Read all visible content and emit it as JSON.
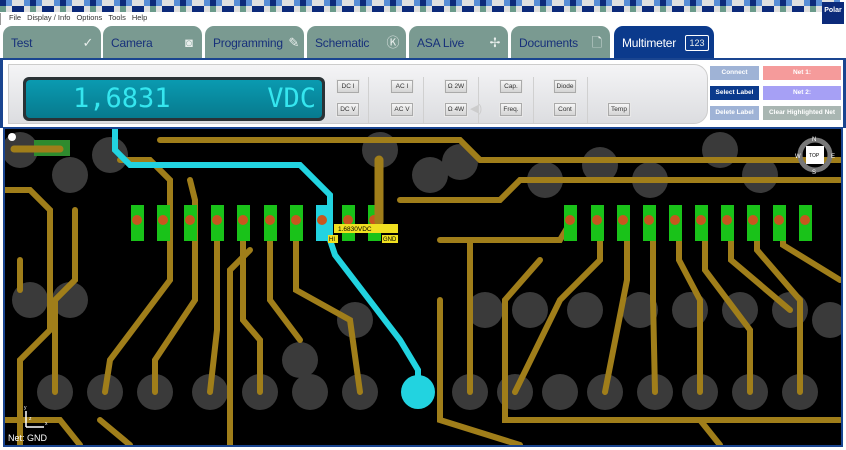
{
  "brand": {
    "logo_text": "Polar"
  },
  "menu": [
    "File",
    "Display / Info",
    "Options",
    "Tools",
    "Help"
  ],
  "tabs": [
    {
      "label": "Test",
      "icon": "check-circle-icon",
      "glyph": "✓"
    },
    {
      "label": "Camera",
      "icon": "camera-icon",
      "glyph": "◙"
    },
    {
      "label": "Programming",
      "icon": "pencil-icon",
      "glyph": "✎"
    },
    {
      "label": "Schematic",
      "icon": "schematic-symbol-icon",
      "glyph": "Ⓚ"
    },
    {
      "label": "ASA Live",
      "icon": "asa-curve-icon",
      "glyph": "✢"
    },
    {
      "label": "Documents",
      "icon": "document-icon",
      "glyph": "🗋"
    },
    {
      "label": "Multimeter",
      "icon": "digits-123-icon",
      "glyph": "123"
    }
  ],
  "active_tab": "Multimeter",
  "meter": {
    "value": "1,6831",
    "unit": "VDC"
  },
  "modes": {
    "dc_i": "DC I",
    "dc_v": "DC V",
    "ac_i": "AC I",
    "ac_v": "AC V",
    "ohm_2w": "Ω 2W",
    "ohm_4w": "Ω 4W",
    "cap": "Cap.",
    "freq": "Freq.",
    "diode": "Diode",
    "cont": "Cont",
    "temp": "Temp"
  },
  "actions": {
    "connect": "Connect",
    "select_label": "Select Label",
    "delete_label": "Delete Label",
    "net1": "Net 1:",
    "net2": "Net 2:",
    "clear_net": "Clear Highlighted Net"
  },
  "colors": {
    "accent": "#0b3a8c",
    "tab": "#7a9a91",
    "trace": "#a07e1a",
    "pad": "#19c219",
    "highlight": "#22d3e0",
    "net1": "#f59b9b",
    "net2": "#a6a0f5"
  },
  "pcb": {
    "probe_label": "1.6830VDC",
    "hi_label": "HI",
    "gnd_label": "GND",
    "net_label": "Net: GND",
    "compass": {
      "n": "N",
      "s": "S",
      "e": "E",
      "w": "W",
      "center": "TOP"
    },
    "axis": {
      "x": "x",
      "y": "y",
      "z": "z"
    }
  }
}
